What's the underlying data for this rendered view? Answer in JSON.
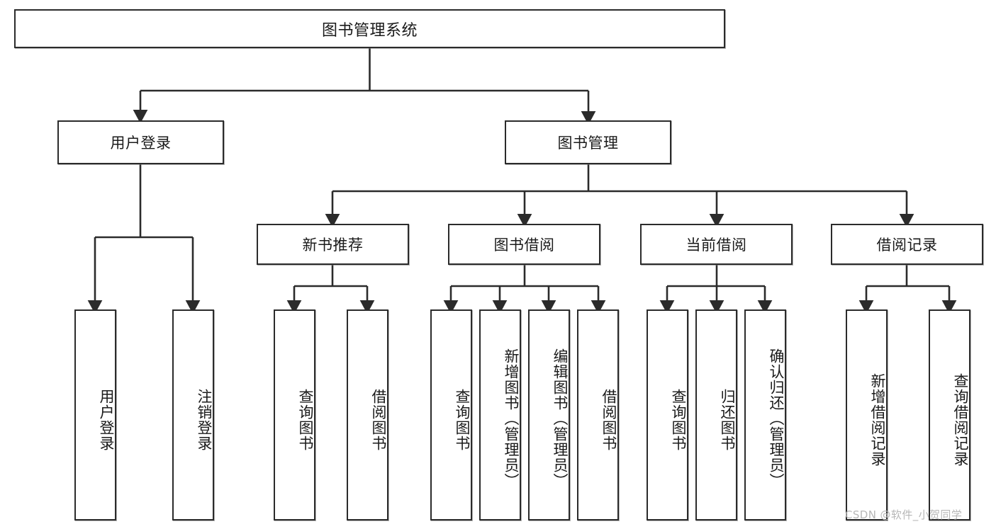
{
  "diagram": {
    "kind": "hierarchy-tree",
    "title": "图书管理系统",
    "watermark": "CSDN @软件_小贺同学",
    "colors": {
      "background": "#ffffff",
      "node_border": "#2b2b2b",
      "node_fill": "#ffffff",
      "edge": "#2b2b2b",
      "text": "#1a1a1a",
      "watermark": "#b7b7b7"
    },
    "nodes": {
      "root": {
        "label": "图书管理系统"
      },
      "level2": [
        {
          "id": "user-login",
          "label": "用户登录"
        },
        {
          "id": "book-manage",
          "label": "图书管理"
        }
      ],
      "level3": [
        {
          "id": "new-book-recommend",
          "label": "新书推荐"
        },
        {
          "id": "book-borrow",
          "label": "图书借阅"
        },
        {
          "id": "current-borrow",
          "label": "当前借阅"
        },
        {
          "id": "borrow-record",
          "label": "借阅记录"
        }
      ],
      "leaves": {
        "user_login": [
          {
            "id": "leaf-user-login",
            "label": "用户登录"
          },
          {
            "id": "leaf-user-logout",
            "label": "注销登录"
          }
        ],
        "new_book_recommend": [
          {
            "id": "leaf-query-book-1",
            "label": "查询图书"
          },
          {
            "id": "leaf-borrow-book-1",
            "label": "借阅图书"
          }
        ],
        "book_borrow": [
          {
            "id": "leaf-query-book-2",
            "label": "查询图书"
          },
          {
            "id": "leaf-add-book",
            "label": "新增图书（管理员）"
          },
          {
            "id": "leaf-edit-book",
            "label": "编辑图书（管理员）"
          },
          {
            "id": "leaf-borrow-book-2",
            "label": "借阅图书"
          }
        ],
        "current_borrow": [
          {
            "id": "leaf-query-book-3",
            "label": "查询图书"
          },
          {
            "id": "leaf-return-book",
            "label": "归还图书"
          },
          {
            "id": "leaf-confirm-return",
            "label": "确认归还（管理员）"
          }
        ],
        "borrow_record": [
          {
            "id": "leaf-add-record",
            "label": "新增借阅记录"
          },
          {
            "id": "leaf-query-record",
            "label": "查询借阅记录"
          }
        ]
      }
    }
  }
}
